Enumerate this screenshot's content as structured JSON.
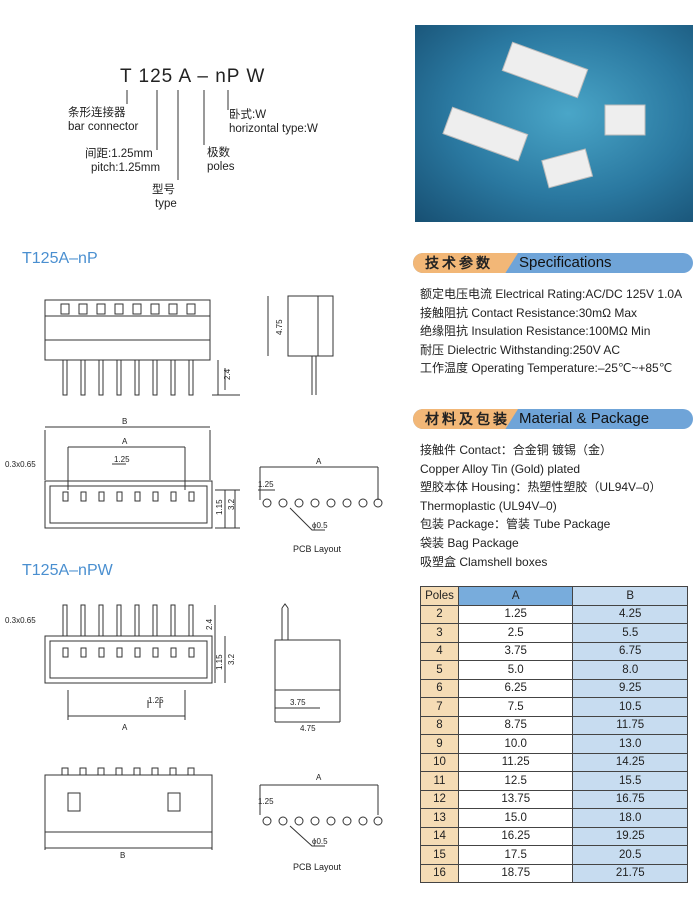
{
  "part_number": "T 125 A – nP W",
  "code_legend": [
    {
      "cn": "条形连接器",
      "en": "bar connector"
    },
    {
      "cn": "间距:1.25mm",
      "en": "pitch:1.25mm"
    },
    {
      "cn": "型号",
      "en": "type"
    },
    {
      "cn": "极数",
      "en": "poles"
    },
    {
      "cn": "卧式:W",
      "en": "horizontal type:W"
    }
  ],
  "sections": {
    "np": "T125A–nP",
    "npw": "T125A–nPW"
  },
  "dims": {
    "B": "B",
    "A": "A",
    "pitch": "1.25",
    "pin": "0.3x0.65",
    "d115": "1.15",
    "d32": "3.2",
    "d475": "4.75",
    "d24": "2.4",
    "d375": "3.75",
    "hole": "ϕ0.5",
    "pcb": "PCB Layout"
  },
  "specifications": {
    "title_cn": "技术参数",
    "title_en": "Specifications",
    "items": [
      "额定电压电流 Electrical Rating:AC/DC 125V 1.0A",
      "接触阻抗 Contact Resistance:30mΩ Max",
      "绝缘阻抗 Insulation Resistance:100MΩ Min",
      "耐压 Dielectric Withstanding:250V AC",
      "工作温度 Operating Temperature:–25℃~+85℃"
    ]
  },
  "material": {
    "title_cn": "材料及包装",
    "title_en": "Material & Package",
    "items": [
      "接触件 Contact：合金铜 镀锡（金）",
      "Copper Alloy Tin (Gold) plated",
      "塑胶本体 Housing：热塑性塑胶（UL94V–0）",
      "Thermoplastic (UL94V–0)",
      "包装 Package：管装 Tube Package",
      "袋装 Bag Package",
      "吸塑盒 Clamshell boxes"
    ]
  },
  "table": {
    "headers": [
      "Poles",
      "A",
      "B"
    ],
    "rows": [
      [
        "2",
        "1.25",
        "4.25"
      ],
      [
        "3",
        "2.5",
        "5.5"
      ],
      [
        "4",
        "3.75",
        "6.75"
      ],
      [
        "5",
        "5.0",
        "8.0"
      ],
      [
        "6",
        "6.25",
        "9.25"
      ],
      [
        "7",
        "7.5",
        "10.5"
      ],
      [
        "8",
        "8.75",
        "11.75"
      ],
      [
        "9",
        "10.0",
        "13.0"
      ],
      [
        "10",
        "11.25",
        "14.25"
      ],
      [
        "11",
        "12.5",
        "15.5"
      ],
      [
        "12",
        "13.75",
        "16.75"
      ],
      [
        "13",
        "15.0",
        "18.0"
      ],
      [
        "14",
        "16.25",
        "19.25"
      ],
      [
        "15",
        "17.5",
        "20.5"
      ],
      [
        "16",
        "18.75",
        "21.75"
      ]
    ]
  }
}
